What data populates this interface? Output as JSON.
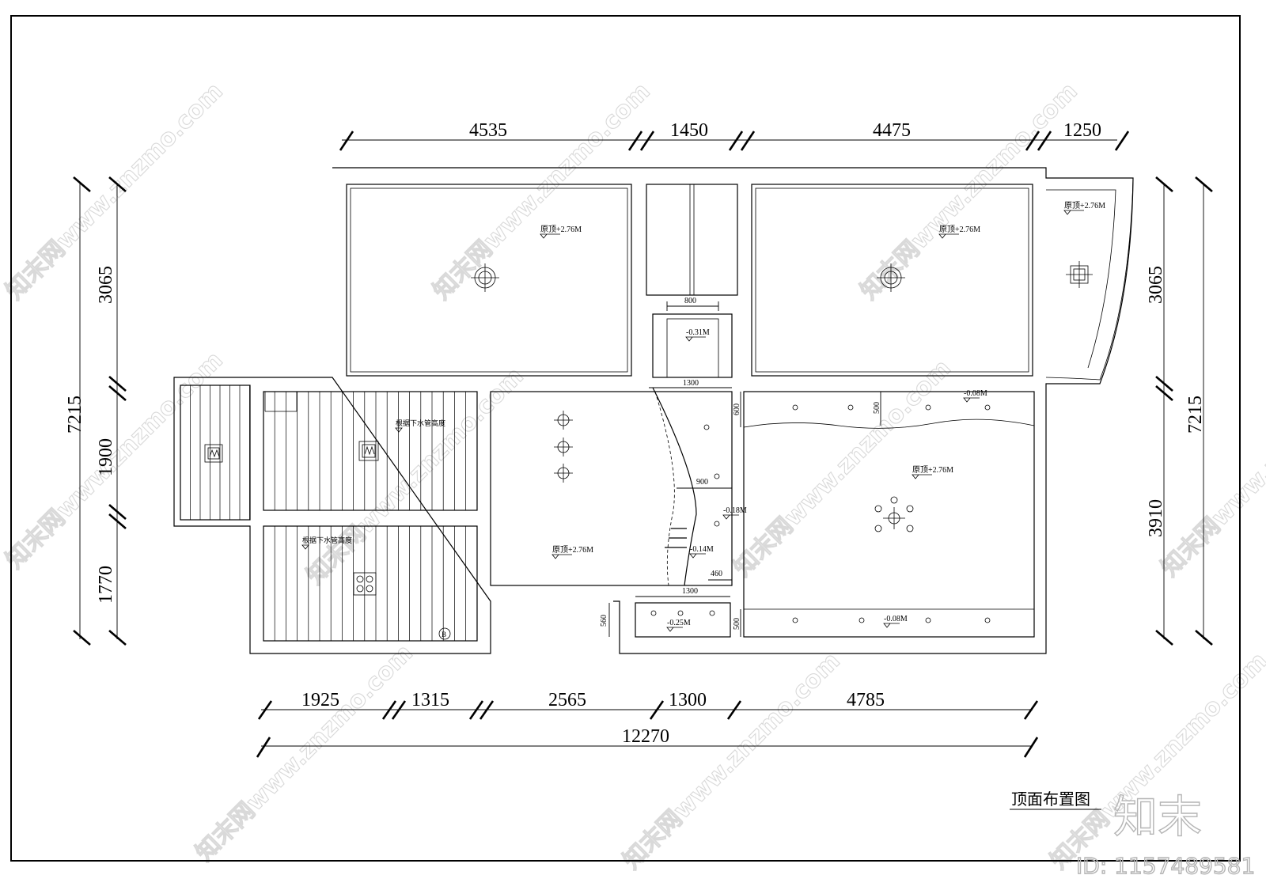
{
  "drawing_title": "顶面布置图",
  "dimensions": {
    "top": [
      "4535",
      "1450",
      "4475",
      "1250"
    ],
    "bottom": [
      "1925",
      "1315",
      "2565",
      "1300",
      "4785"
    ],
    "bottom_total": "12270",
    "left": [
      "3065",
      "1900",
      "1770"
    ],
    "left_total": "7215",
    "right": [
      "3065",
      "3910"
    ],
    "right_total": "7215"
  },
  "inner_dimensions": {
    "shaft_width": "800",
    "corridor_top_width": "1300",
    "corridor_bottom_width": "1300",
    "curve_depth": "900",
    "curve_offset": "460",
    "living_soffit_depth": "600",
    "dining_soffit_depth": "500",
    "bottom_soffit_depth": "500",
    "entry_soffit_depth": "560"
  },
  "ceiling_labels": {
    "bedroom_left": "原顶+2.76M",
    "bedroom_right": "原顶+2.76M",
    "balcony": "原顶+2.76M",
    "shaft": "-0.31M",
    "dining_soffit": "-0.08M",
    "dining": "原顶+2.76M",
    "curve_upper": "-0.18M",
    "curve_lower": "-0.14M",
    "living": "原顶+2.76M",
    "entry": "-0.25M",
    "bottom_soffit": "-0.08M",
    "kitchen_note": "根据下水管高度",
    "bathroom_note": "根据下水管高度",
    "grid_marker": "B"
  },
  "watermark": {
    "text": "知末网www.znzmo.com",
    "brand": "知末",
    "id": "ID: 1157489581"
  }
}
